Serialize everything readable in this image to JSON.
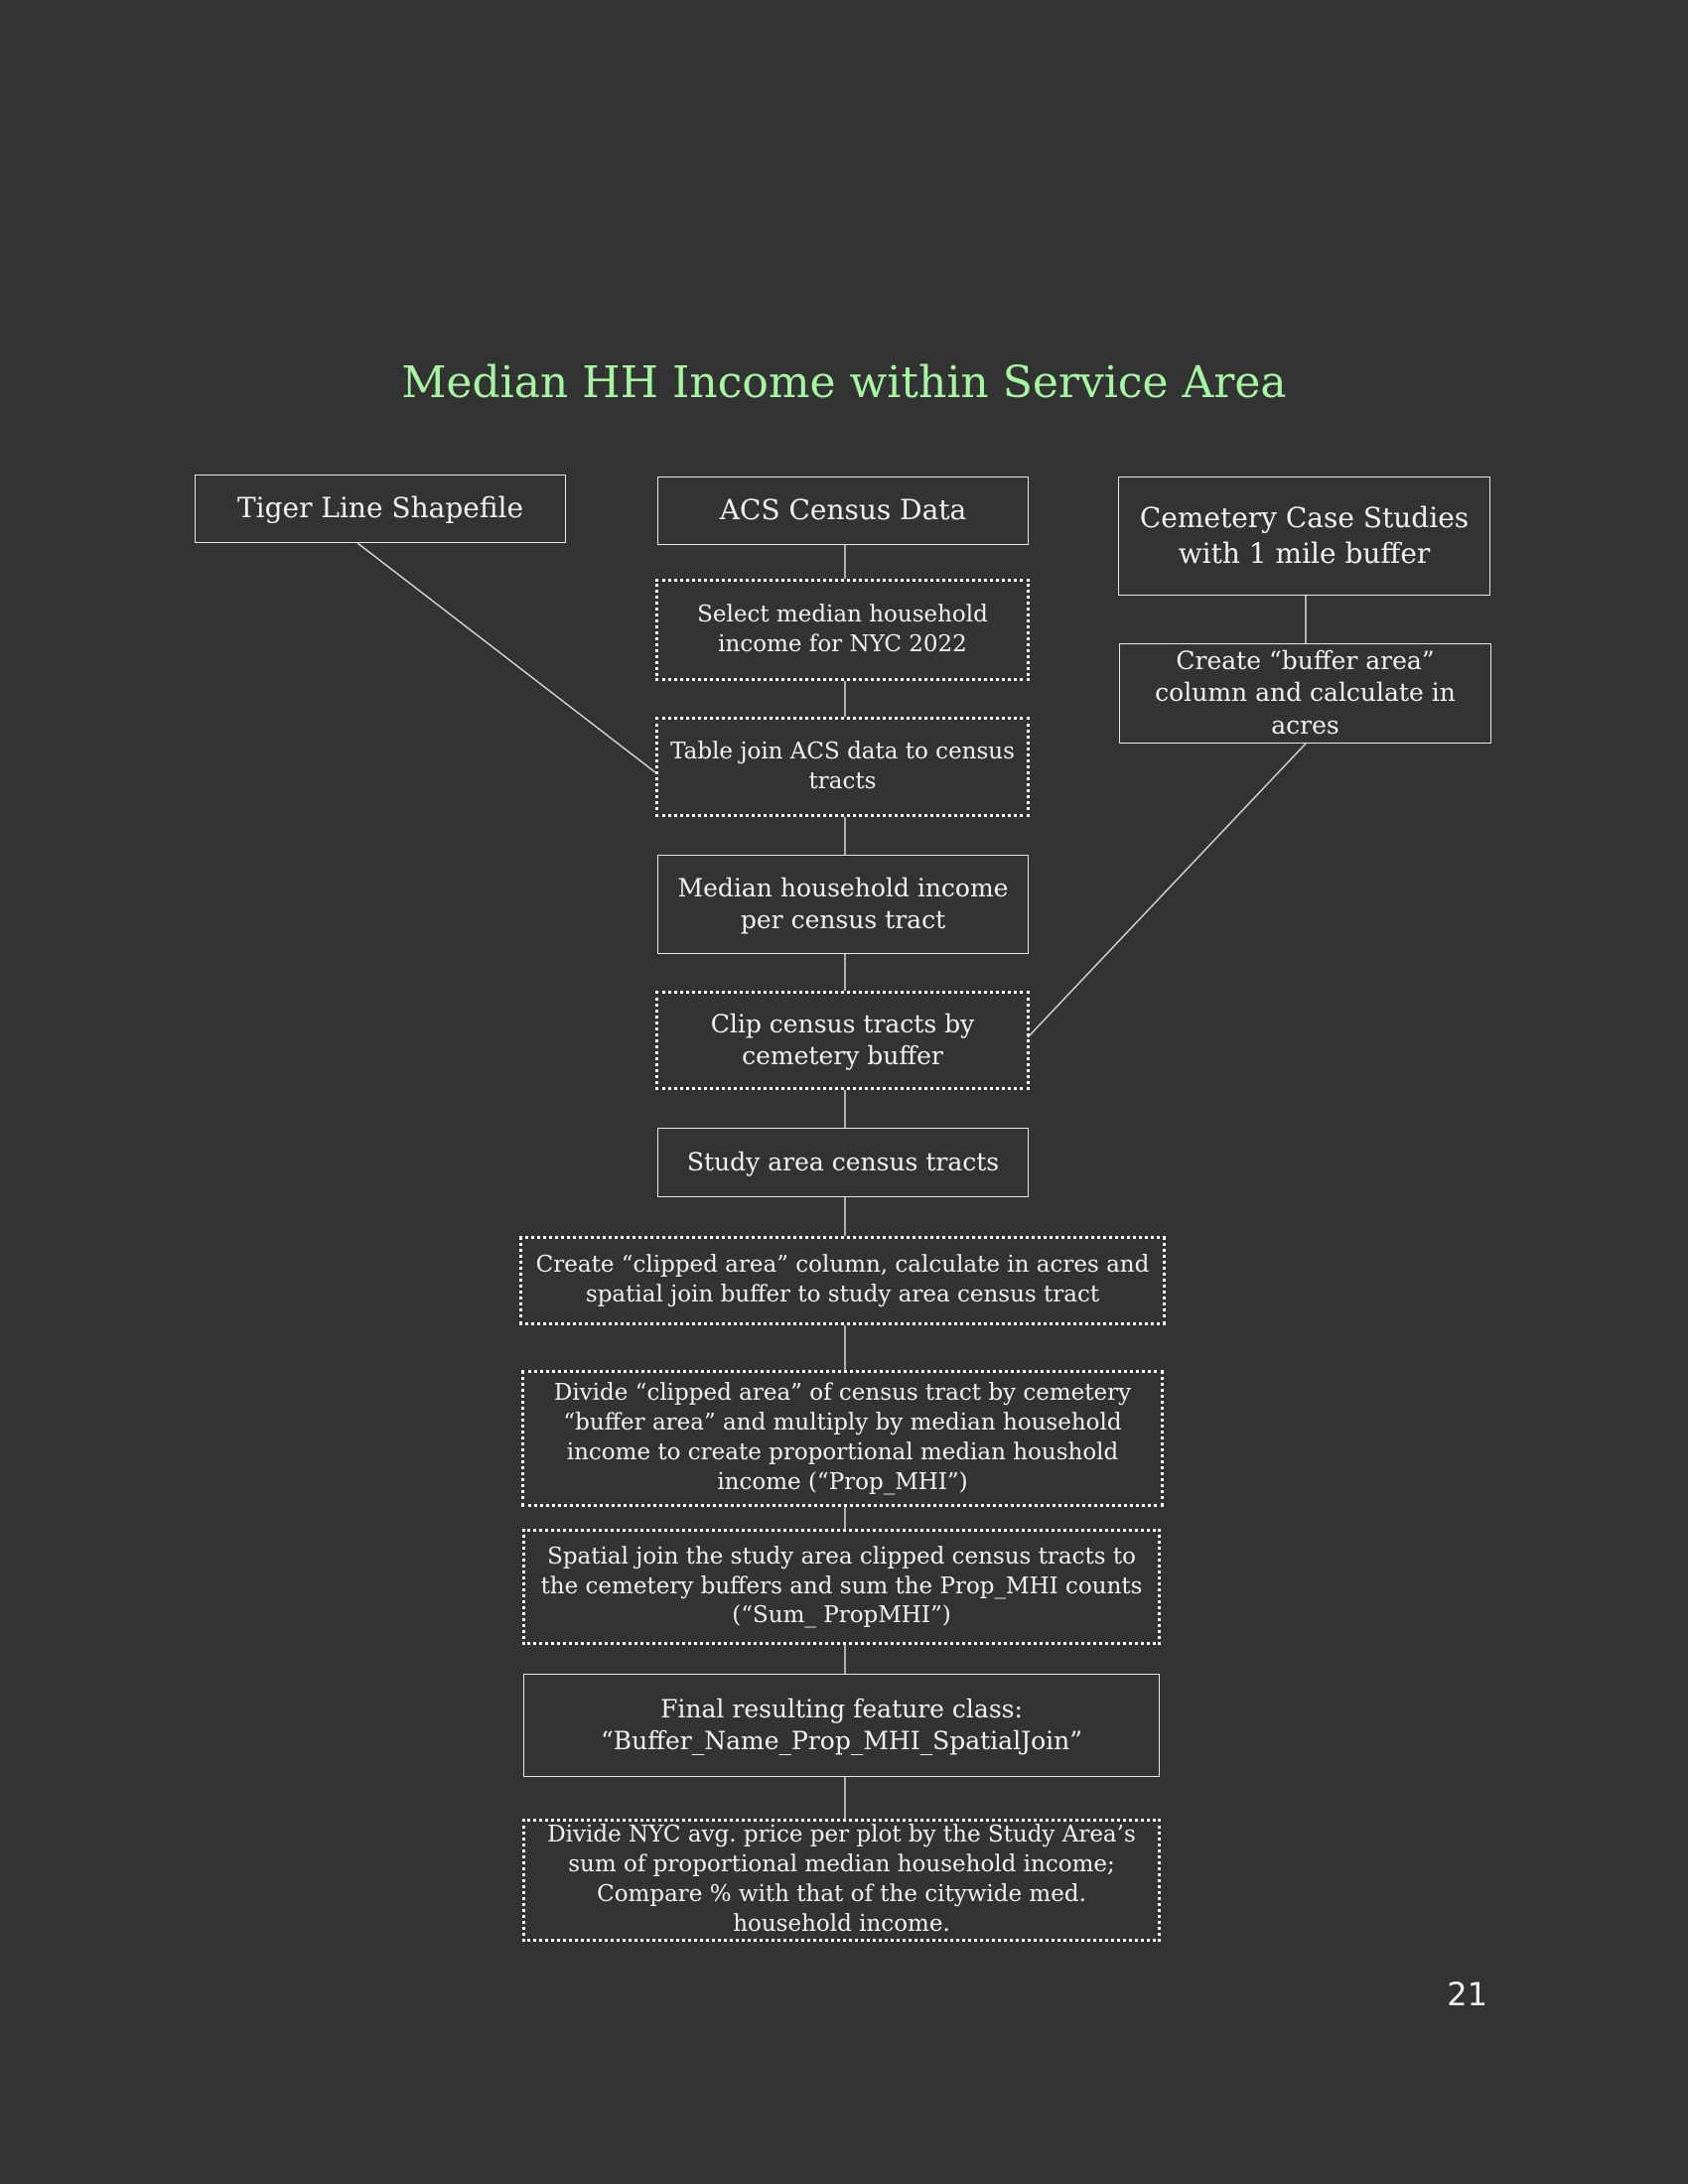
{
  "title": "Median HH Income within Service Area",
  "nodes": {
    "tiger": "Tiger Line Shapefile",
    "acs": "ACS Census Data",
    "cemetery": "Cemetery Case Studies with 1 mile buffer",
    "select_income": "Select median household income for NYC 2022",
    "table_join": "Table join ACS data to census tracts",
    "buffer_area": "Create “buffer area” column and calculate in acres",
    "median_per_tract": "Median household income per census tract",
    "clip": "Clip census tracts by cemetery buffer",
    "study_tracts": "Study area census tracts",
    "clipped_area": "Create “clipped area” column, calculate in acres and spatial join buffer to study area census tract",
    "divide_clipped": "Divide “clipped area” of census tract by cemetery “buffer area” and multiply by median household income to create proportional median houshold income (“Prop_MHI”)",
    "spatial_join_sum": "Spatial join the study area clipped census tracts to the cemetery buffers and sum the Prop_MHI counts (“Sum_ PropMHI”)",
    "final_feature": "Final resulting feature class: “Buffer_Name_Prop_MHI_SpatialJoin”",
    "divide_nyc": "Divide NYC avg. price per plot by the Study Area’s sum of proportional median household income; Compare % with that of the citywide med. household income."
  },
  "page_number": "21",
  "colors": {
    "background": "#333333",
    "title": "#a6f5a0",
    "text": "#f0f0f0",
    "line": "#d9d9d9"
  }
}
